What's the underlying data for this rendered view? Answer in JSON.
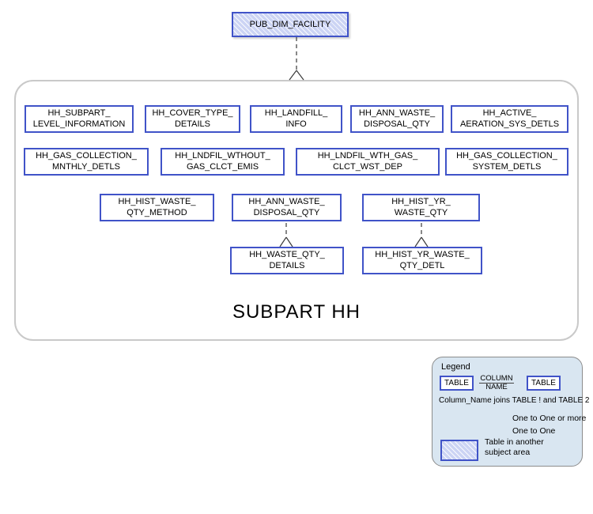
{
  "colors": {
    "table_border": "#4053c8",
    "hatch_fill": "#ccd4f4",
    "container_border": "#c9c9c9",
    "legend_bg": "#d9e6f1",
    "legend_border": "#8c8c8c",
    "connector": "#3a3a3a",
    "legend_line": "#777777"
  },
  "external_table": {
    "label": "PUB_DIM_FACILITY"
  },
  "subject_area": {
    "title": "SUBPART HH"
  },
  "tables": {
    "subpart_level_information": "HH_SUBPART_\nLEVEL_INFORMATION",
    "cover_type_details": "HH_COVER_TYPE_\nDETAILS",
    "landfill_info": "HH_LANDFILL_\nINFO",
    "ann_waste_disposal_qty_top": "HH_ANN_WASTE_\nDISPOSAL_QTY",
    "active_aeration_sys_detls": "HH_ACTIVE_\nAERATION_SYS_DETLS",
    "gas_collection_mnthly_detls": "HH_GAS_COLLECTION_\nMNTHLY_DETLS",
    "lndfil_wthout_gas_clct_emis": "HH_LNDFIL_WTHOUT_\nGAS_CLCT_EMIS",
    "lndfil_wth_gas_clct_wst_dep": "HH_LNDFIL_WTH_GAS_\nCLCT_WST_DEP",
    "gas_collection_system_detls": "HH_GAS_COLLECTION_\nSYSTEM_DETLS",
    "hist_waste_qty_method": "HH_HIST_WASTE_\nQTY_METHOD",
    "ann_waste_disposal_qty_mid": "HH_ANN_WASTE_\nDISPOSAL_QTY",
    "hist_yr_waste_qty": "HH_HIST_YR_\nWASTE_QTY",
    "waste_qty_details": "HH_WASTE_QTY_\nDETAILS",
    "hist_yr_waste_qty_detl": "HH_HIST_YR_WASTE_\nQTY_DETL"
  },
  "legend": {
    "title": "Legend",
    "table_left": "TABLE",
    "table_right": "TABLE",
    "column_line1": "COLUMN",
    "column_line2": "NAME",
    "joins_text": "Column_Name joins TABLE ! and TABLE 2",
    "one_to_one_or_more": "One to One or more",
    "one_to_one": "One to One",
    "another_area": "Table in another\nsubject area"
  }
}
